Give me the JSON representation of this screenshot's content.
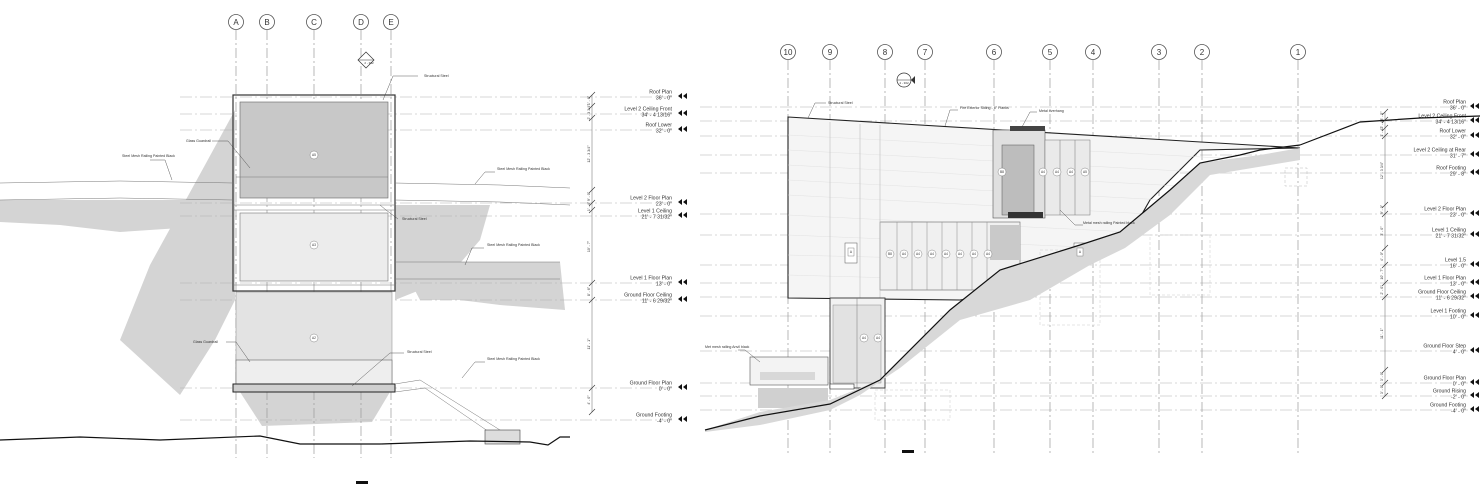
{
  "left_elevation": {
    "grid_labels": [
      "A",
      "B",
      "C",
      "D",
      "E"
    ],
    "levels": [
      {
        "name": "Roof Plan",
        "elev": "36' - 0\""
      },
      {
        "name": "Level 2 Ceiling Front",
        "elev": "34' - 4 13/16\""
      },
      {
        "name": "Roof Lower",
        "elev": "32' - 0\""
      },
      {
        "name": "Level 2 Floor Plan",
        "elev": "23' - 0\""
      },
      {
        "name": "Level 1 Ceiling",
        "elev": "21' - 7 31/32\""
      },
      {
        "name": "Level 1 Floor Plan",
        "elev": "13' - 0\""
      },
      {
        "name": "Ground Floor Ceiling",
        "elev": "11' - 6 29/32\""
      },
      {
        "name": "Ground Floor Plan",
        "elev": "0' - 0\""
      },
      {
        "name": "Ground Footing",
        "elev": "-4' - 0\""
      }
    ],
    "notes": {
      "structural_steel_top": "Structural Steel",
      "glass_guardrail_top": "Glass Guardrail",
      "railing_left": "Steel Mesh Railing Painted Black",
      "railing_right": "Steel Mesh Railing Painted Black",
      "structural_steel_mid": "Structural Steel",
      "railing_mid": "Steel Mesh Railing Painted Black",
      "glass_guardrail_bottom": "Glass Guardrail",
      "structural_steel_bottom": "Structural Steel",
      "railing_bottom": "Steel Mesh Railing Painted Black"
    },
    "tags": [
      "A5",
      "A3",
      "A2"
    ],
    "section_marker": "2 - 302",
    "dims": [
      "1' - 6\"",
      "2' - 3 3/4\"",
      "12' - 3 3/4\"",
      "9' - 0\"",
      "1' - 4\"",
      "10' - 7\"",
      "8' - 6\"",
      "11' - 1\"",
      "4' - 0\""
    ]
  },
  "right_elevation": {
    "grid_labels": [
      "10",
      "9",
      "8",
      "7",
      "6",
      "5",
      "4",
      "3",
      "2",
      "1"
    ],
    "levels": [
      {
        "name": "Roof Plan",
        "elev": "36' - 0\""
      },
      {
        "name": "Level 2 Ceiling Front",
        "elev": "34' - 4 13/16\""
      },
      {
        "name": "Roof Lower",
        "elev": "32' - 0\""
      },
      {
        "name": "Level 2 Ceiling at Rear",
        "elev": "31' - 7\""
      },
      {
        "name": "Roof Footing",
        "elev": "29' - 8\""
      },
      {
        "name": "Level 2 Floor Plan",
        "elev": "23' - 0\""
      },
      {
        "name": "Level 1 Ceiling",
        "elev": "21' - 7 31/32\""
      },
      {
        "name": "Level 1.5",
        "elev": "16' - 0\""
      },
      {
        "name": "Level 1 Floor Plan",
        "elev": "13' - 0\""
      },
      {
        "name": "Ground Floor Ceiling",
        "elev": "11' - 6 29/32\""
      },
      {
        "name": "Level 1 Footing",
        "elev": "10' - 0\""
      },
      {
        "name": "Ground Floor Step",
        "elev": "4' - 0\""
      },
      {
        "name": "Ground Floor Plan",
        "elev": "0' - 0\""
      },
      {
        "name": "Ground Rising",
        "elev": "-2' - 0\""
      },
      {
        "name": "Ground Footing",
        "elev": "-4' - 0\""
      }
    ],
    "notes": {
      "structural_steel": "Structural Steel",
      "fire_siding": "Fire Exterior Siding - 6\" Planks",
      "metal_overhang": "Metal overhang",
      "railing_right": "Metal mesh railing Painted black",
      "railing_left": "Met mesh railing Anvil black"
    },
    "tags_upper": [
      "B8",
      "A4",
      "A4",
      "A4",
      "A5"
    ],
    "tags_lower": [
      "B8",
      "A4",
      "A4",
      "A4",
      "A4",
      "A4",
      "A4",
      "A4"
    ],
    "tags_bottom": [
      "A4",
      "A4"
    ],
    "doors": [
      "A",
      "A"
    ],
    "section_marker": "4 - 302",
    "dims": [
      "3' - 5\"",
      "2' - 4\"",
      "1' - 4\"",
      "12' - 3 3/4\"",
      "9' - 0\"",
      "3' - 0\"",
      "4' - 0\"",
      "10' - 7\"",
      "2' - 0\"",
      "11' - 1\"",
      "3' - 0\"",
      "3' - 0\""
    ]
  }
}
